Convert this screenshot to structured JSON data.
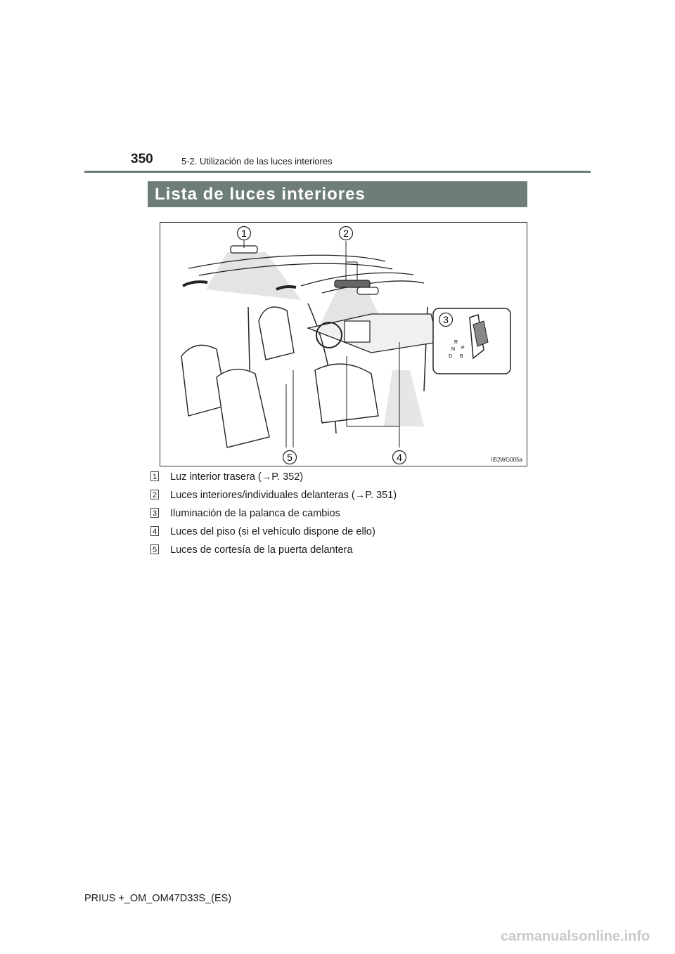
{
  "header": {
    "page_number": "350",
    "section": "5-2. Utilización de las luces interiores"
  },
  "title": "Lista de luces interiores",
  "figure": {
    "code": "II52WG005a",
    "callouts": [
      "1",
      "2",
      "3",
      "4",
      "5"
    ],
    "shift_letters": [
      "R",
      "N",
      "D",
      "P",
      "B"
    ]
  },
  "legend": [
    {
      "num": "1",
      "text": "Luz interior trasera (→P. 352)"
    },
    {
      "num": "2",
      "text": "Luces interiores/individuales delanteras (→P. 351)"
    },
    {
      "num": "3",
      "text": "Iluminación de la palanca de cambios"
    },
    {
      "num": "4",
      "text": "Luces del piso (si el vehículo dispone de ello)"
    },
    {
      "num": "5",
      "text": "Luces de cortesía de la puerta delantera"
    }
  ],
  "footer": "PRIUS +_OM_OM47D33S_(ES)",
  "watermark": "carmanualsonline.info",
  "colors": {
    "title_bar": "#6f7d7a",
    "rule": "#6e7b78"
  }
}
